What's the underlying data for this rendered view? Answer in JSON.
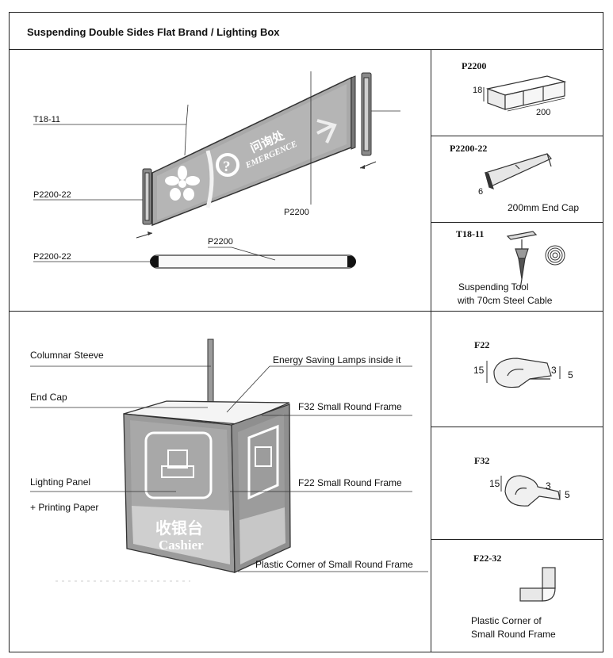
{
  "title": "Suspending Double Sides Flat Brand / Lighting  Box",
  "top_diagram": {
    "labels": {
      "t18": "T18-11",
      "p2200_22_a": "P2200-22",
      "p2200_22_b": "P2200-22",
      "p2200_mid": "P2200",
      "p2200_bar": "P2200"
    },
    "sign": {
      "chinese": "问询处",
      "english": "EMERGENCE"
    }
  },
  "parts": {
    "p2200": {
      "code": "P2200",
      "dim_h": "18",
      "dim_w": "200"
    },
    "p2200_22": {
      "code": "P2200-22",
      "dim": "6",
      "caption": "200mm End Cap"
    },
    "t18_11": {
      "code": "T18-11",
      "caption1": "Suspending Tool",
      "caption2": "with 70cm Steel Cable"
    },
    "f22": {
      "code": "F22",
      "d1": "15",
      "d2": "3",
      "d3": "5"
    },
    "f32": {
      "code": "F32",
      "d1": "15",
      "d2": "3",
      "d3": "5"
    },
    "f22_32": {
      "code": "F22-32",
      "caption1": "Plastic Corner of",
      "caption2": "Small Round Frame"
    }
  },
  "box_diagram": {
    "labels": {
      "columnar": "Columnar Steeve",
      "lamps": "Energy Saving Lamps inside it",
      "endcap": "End Cap",
      "f32": "F32 Small Round Frame",
      "panel": "Lighting Panel",
      "paper": "+ Printing Paper",
      "f22": "F22 Small Round Frame",
      "corner": "Plastic Corner of Small Round Frame"
    },
    "sign_cn": "收银台",
    "sign_en": "Cashier"
  }
}
